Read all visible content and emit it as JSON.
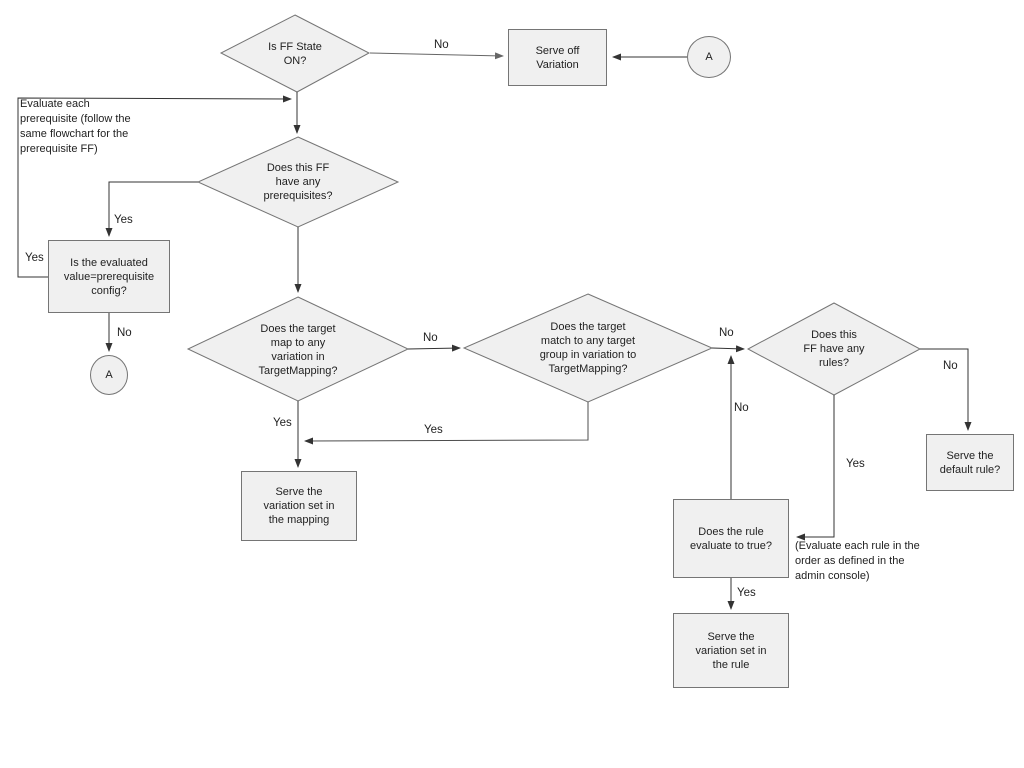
{
  "colors": {
    "background": "#ffffff",
    "shape_fill": "#f0f0f0",
    "shape_border": "#757575",
    "connector_dark": "#333333",
    "connector_gray": "#666666",
    "text": "#1f1f1f"
  },
  "nodes": {
    "ff_state_diamond": {
      "label": "Is FF State\nON?"
    },
    "serve_off_box": {
      "label": "Serve off\nVariation"
    },
    "connector_a_top": {
      "label": "A"
    },
    "prereq_diamond": {
      "label": "Does this FF\nhave any\nprerequisites?"
    },
    "eval_prereq_box": {
      "label": "Is the evaluated\nvalue=prerequisite\nconfig?"
    },
    "connector_a_left": {
      "label": "A"
    },
    "target_map_diamond": {
      "label": "Does the target\nmap to any\nvariation in\nTargetMapping?"
    },
    "target_group_diamond": {
      "label": "Does the target\nmatch to any target\ngroup in variation to\nTargetMapping?"
    },
    "rules_diamond": {
      "label": "Does this\nFF have any\nrules?"
    },
    "serve_mapping_box": {
      "label": "Serve the\nvariation set in\nthe mapping"
    },
    "rule_eval_box": {
      "label": "Does the rule\nevaluate to true?"
    },
    "serve_rule_box": {
      "label": "Serve the\nvariation set in\nthe rule"
    },
    "default_rule_box": {
      "label": "Serve the\ndefault rule?"
    }
  },
  "annotations": {
    "prereq_note": "Evaluate each\nprerequisite (follow the\nsame flowchart for the\nprerequisite FF)",
    "rule_order_note": "(Evaluate each rule in the\norder as defined in the\nadmin console)"
  },
  "edge_labels": {
    "ff_state_no": "No",
    "prereq_yes": "Yes",
    "eval_loop_yes": "Yes",
    "eval_no": "No",
    "map_no": "No",
    "map_yes": "Yes",
    "group_yes": "Yes",
    "group_no": "No",
    "rule_eval_no": "No",
    "rules_no": "No",
    "rules_yes": "Yes",
    "rule_eval_yes": "Yes"
  }
}
